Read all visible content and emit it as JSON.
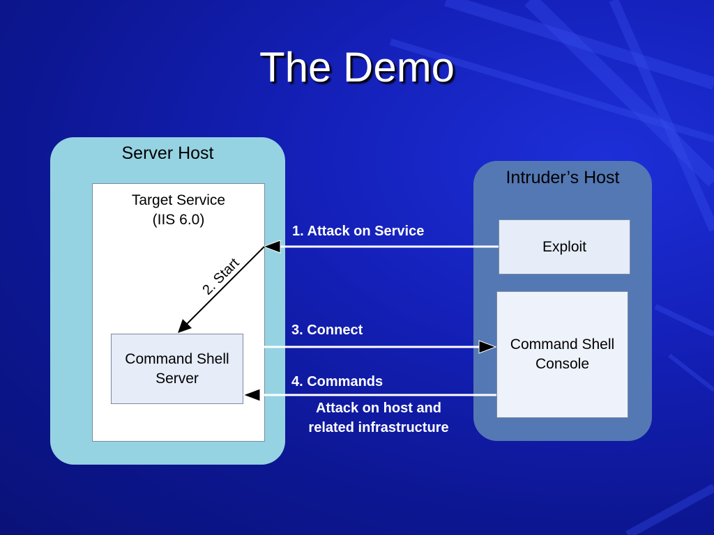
{
  "slide": {
    "title": "The Demo"
  },
  "server_host": {
    "label": "Server Host",
    "target_service": {
      "line1": "Target Service",
      "line2": "(IIS 6.0)"
    },
    "command_shell_server": {
      "line1": "Command Shell",
      "line2": "Server"
    }
  },
  "intruder_host": {
    "label": "Intruder’s Host",
    "exploit": "Exploit",
    "command_shell_console": {
      "line1": "Command Shell",
      "line2": "Console"
    }
  },
  "arrows": {
    "attack_on_service": "1. Attack on Service",
    "start": "2. Start",
    "connect": "3. Connect",
    "commands": "4. Commands",
    "impact": "Attack on host and related infrastructure"
  },
  "colors": {
    "background": "#1420b8",
    "server_host": "#96d3e2",
    "intruder_host": "#5478b4",
    "inner_box": "#e6ecf8",
    "arrow_white": "#ffffff",
    "arrow_black": "#000000"
  }
}
